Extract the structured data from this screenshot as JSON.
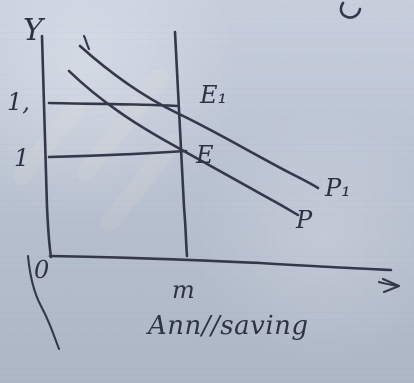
{
  "diagram": {
    "axis_labels": {
      "y": "Y",
      "origin": "0"
    },
    "tick_labels": {
      "upper": "1,",
      "lower": "1"
    },
    "curve_labels": {
      "upper_point": "E₁",
      "lower_point": "E",
      "upper_curve": "P₁",
      "lower_curve": "P"
    },
    "vertical_mark": "m",
    "caption": "Ann//saving"
  }
}
